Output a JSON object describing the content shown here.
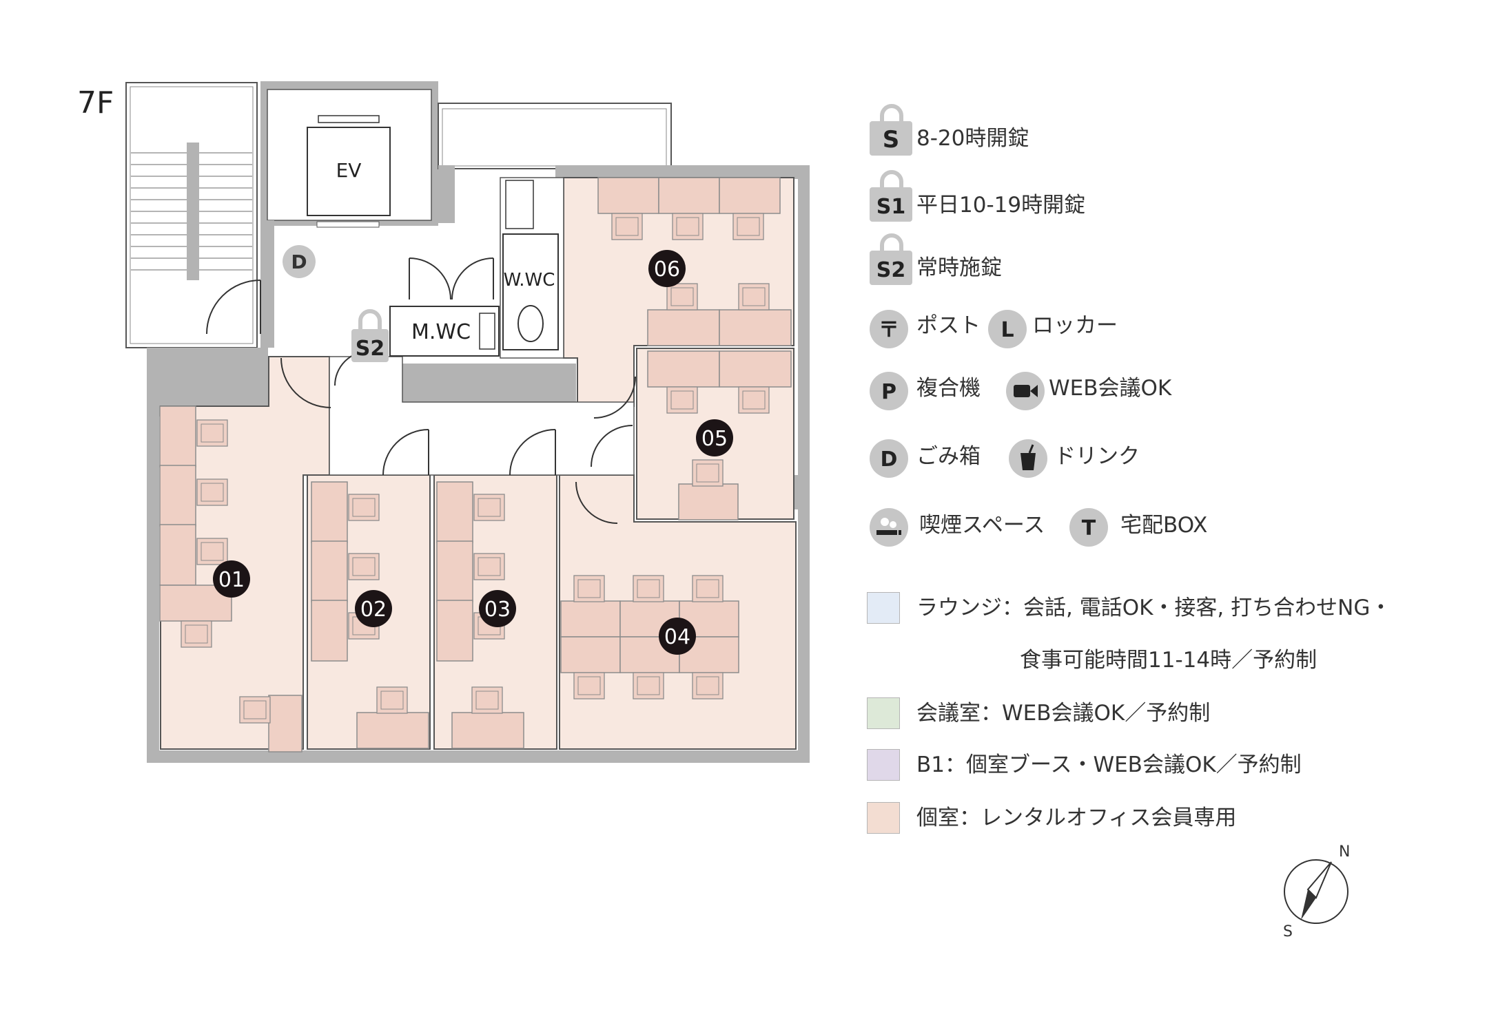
{
  "floor": {
    "label": "7F"
  },
  "rooms": {
    "ev": "EV",
    "w_wc": "W.WC",
    "m_wc": "M.WC",
    "lock_s2": "S2",
    "trash_d": "D",
    "office_numbers": [
      "01",
      "02",
      "03",
      "04",
      "05",
      "06"
    ]
  },
  "legend": {
    "icons": [
      {
        "icon": "padlock-s-icon",
        "badge": "S",
        "label": "8-20時開錠"
      },
      {
        "icon": "padlock-s1-icon",
        "badge": "S1",
        "label": "平日10-19時開錠"
      },
      {
        "icon": "padlock-s2-icon",
        "badge": "S2",
        "label": "常時施錠"
      },
      {
        "icon": "post-icon",
        "badge": "〒",
        "label": "ポスト"
      },
      {
        "icon": "locker-icon",
        "badge": "L",
        "label": "ロッカー"
      },
      {
        "icon": "printer-icon",
        "badge": "P",
        "label": "複合機"
      },
      {
        "icon": "video-camera-icon",
        "badge": "",
        "label": "WEB会議OK"
      },
      {
        "icon": "trash-icon",
        "badge": "D",
        "label": "ごみ箱"
      },
      {
        "icon": "drink-icon",
        "badge": "",
        "label": "ドリンク"
      },
      {
        "icon": "smoking-icon",
        "badge": "",
        "label": "喫煙スペース"
      },
      {
        "icon": "delivery-box-icon",
        "badge": "T",
        "label": "宅配BOX"
      }
    ],
    "areas": [
      {
        "name": "lounge",
        "color": "#e3ebf6",
        "label": "ラウンジ：会話, 電話OK・接客, 打ち合わせNG・",
        "label2": "食事可能時間11-14時／予約制"
      },
      {
        "name": "meeting-room",
        "color": "#dde9d8",
        "label": "会議室：WEB会議OK／予約制"
      },
      {
        "name": "booth",
        "color": "#e0d8e9",
        "label": "B1：個室ブース・WEB会議OK／予約制"
      },
      {
        "name": "private-office",
        "color": "#f3ddd2",
        "label": "個室：レンタルオフィス会員専用"
      }
    ]
  },
  "compass": {
    "north": "N",
    "south": "S"
  },
  "colors": {
    "wall": "#b3b3b3",
    "office_fill": "#f8e8e0",
    "desk_fill": "#efd0c5",
    "desk_stroke": "#8c8c8c",
    "badge_gray": "#c6c6c6",
    "number_badge": "#1c1416"
  }
}
